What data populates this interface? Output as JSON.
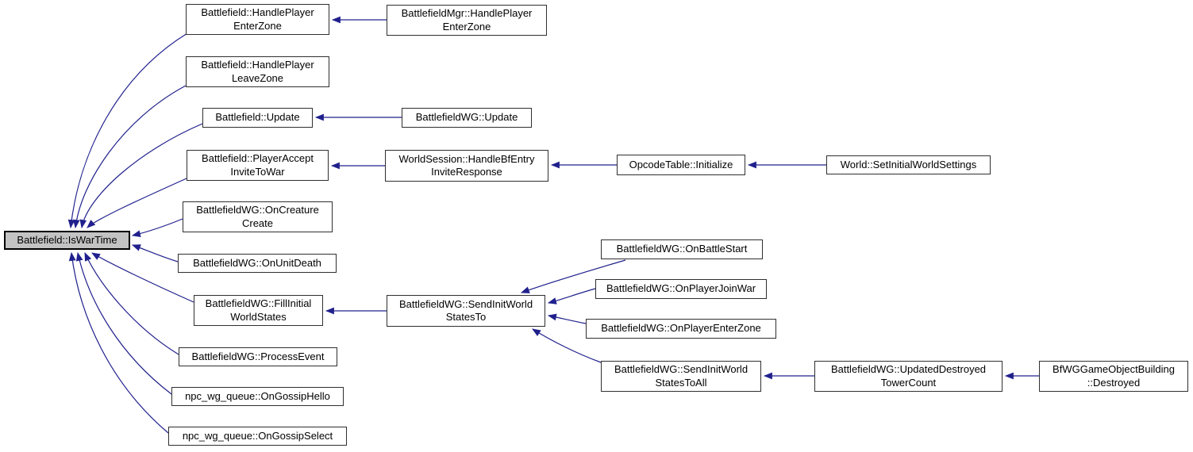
{
  "diagram": {
    "type": "caller-graph",
    "main_node": "Battlefield::IsWarTime",
    "colors": {
      "edge": "#20208d",
      "node_border": "#2f2f2f",
      "node_fill": "#ffffff",
      "main_node_fill": "#c3c3c3",
      "main_node_border": "#000000",
      "text": "#000000",
      "background": "#ffffff"
    },
    "nodes": [
      {
        "id": "iswartime",
        "label": "Battlefield::IsWarTime"
      },
      {
        "id": "handleplayerenterzone",
        "label": "Battlefield::HandlePlayer\nEnterZone"
      },
      {
        "id": "mgrhandleplayerenterzone",
        "label": "BattlefieldMgr::HandlePlayer\nEnterZone"
      },
      {
        "id": "handleplayerleavezone",
        "label": "Battlefield::HandlePlayer\nLeaveZone"
      },
      {
        "id": "update",
        "label": "Battlefield::Update"
      },
      {
        "id": "wgupdate",
        "label": "BattlefieldWG::Update"
      },
      {
        "id": "playeracceptinvitetowar",
        "label": "Battlefield::PlayerAccept\nInviteToWar"
      },
      {
        "id": "handlebfentryinviteresponse",
        "label": "WorldSession::HandleBfEntry\nInviteResponse"
      },
      {
        "id": "opcodetableinitialize",
        "label": "OpcodeTable::Initialize"
      },
      {
        "id": "setinitialworldsettings",
        "label": "World::SetInitialWorldSettings"
      },
      {
        "id": "oncreaturecreate",
        "label": "BattlefieldWG::OnCreature\nCreate"
      },
      {
        "id": "onunitdeath",
        "label": "BattlefieldWG::OnUnitDeath"
      },
      {
        "id": "fillinitialworldstates",
        "label": "BattlefieldWG::FillInitial\nWorldStates"
      },
      {
        "id": "sendinitworldstatesto",
        "label": "BattlefieldWG::SendInitWorld\nStatesTo"
      },
      {
        "id": "onbattlestart",
        "label": "BattlefieldWG::OnBattleStart"
      },
      {
        "id": "onplayerjoinwar",
        "label": "BattlefieldWG::OnPlayerJoinWar"
      },
      {
        "id": "onplayerenterzone",
        "label": "BattlefieldWG::OnPlayerEnterZone"
      },
      {
        "id": "sendinitworldstatestoall",
        "label": "BattlefieldWG::SendInitWorld\nStatesToAll"
      },
      {
        "id": "updateddestroyedtowercount",
        "label": "BattlefieldWG::UpdatedDestroyed\nTowerCount"
      },
      {
        "id": "bfwggameobjectbuildingdestroyed",
        "label": "BfWGGameObjectBuilding\n::Destroyed"
      },
      {
        "id": "processevent",
        "label": "BattlefieldWG::ProcessEvent"
      },
      {
        "id": "ongossiphello",
        "label": "npc_wg_queue::OnGossipHello"
      },
      {
        "id": "ongossipselect",
        "label": "npc_wg_queue::OnGossipSelect"
      }
    ],
    "edges": [
      {
        "from": "handleplayerenterzone",
        "to": "iswartime"
      },
      {
        "from": "handleplayerleavezone",
        "to": "iswartime"
      },
      {
        "from": "update",
        "to": "iswartime"
      },
      {
        "from": "playeracceptinvitetowar",
        "to": "iswartime"
      },
      {
        "from": "oncreaturecreate",
        "to": "iswartime"
      },
      {
        "from": "onunitdeath",
        "to": "iswartime"
      },
      {
        "from": "fillinitialworldstates",
        "to": "iswartime"
      },
      {
        "from": "processevent",
        "to": "iswartime"
      },
      {
        "from": "ongossiphello",
        "to": "iswartime"
      },
      {
        "from": "ongossipselect",
        "to": "iswartime"
      },
      {
        "from": "mgrhandleplayerenterzone",
        "to": "handleplayerenterzone"
      },
      {
        "from": "wgupdate",
        "to": "update"
      },
      {
        "from": "handlebfentryinviteresponse",
        "to": "playeracceptinvitetowar"
      },
      {
        "from": "opcodetableinitialize",
        "to": "handlebfentryinviteresponse"
      },
      {
        "from": "setinitialworldsettings",
        "to": "opcodetableinitialize"
      },
      {
        "from": "sendinitworldstatesto",
        "to": "fillinitialworldstates"
      },
      {
        "from": "onbattlestart",
        "to": "sendinitworldstatesto"
      },
      {
        "from": "onplayerjoinwar",
        "to": "sendinitworldstatesto"
      },
      {
        "from": "onplayerenterzone",
        "to": "sendinitworldstatesto"
      },
      {
        "from": "sendinitworldstatestoall",
        "to": "sendinitworldstatesto"
      },
      {
        "from": "updateddestroyedtowercount",
        "to": "sendinitworldstatestoall"
      },
      {
        "from": "bfwggameobjectbuildingdestroyed",
        "to": "updateddestroyedtowercount"
      }
    ]
  }
}
